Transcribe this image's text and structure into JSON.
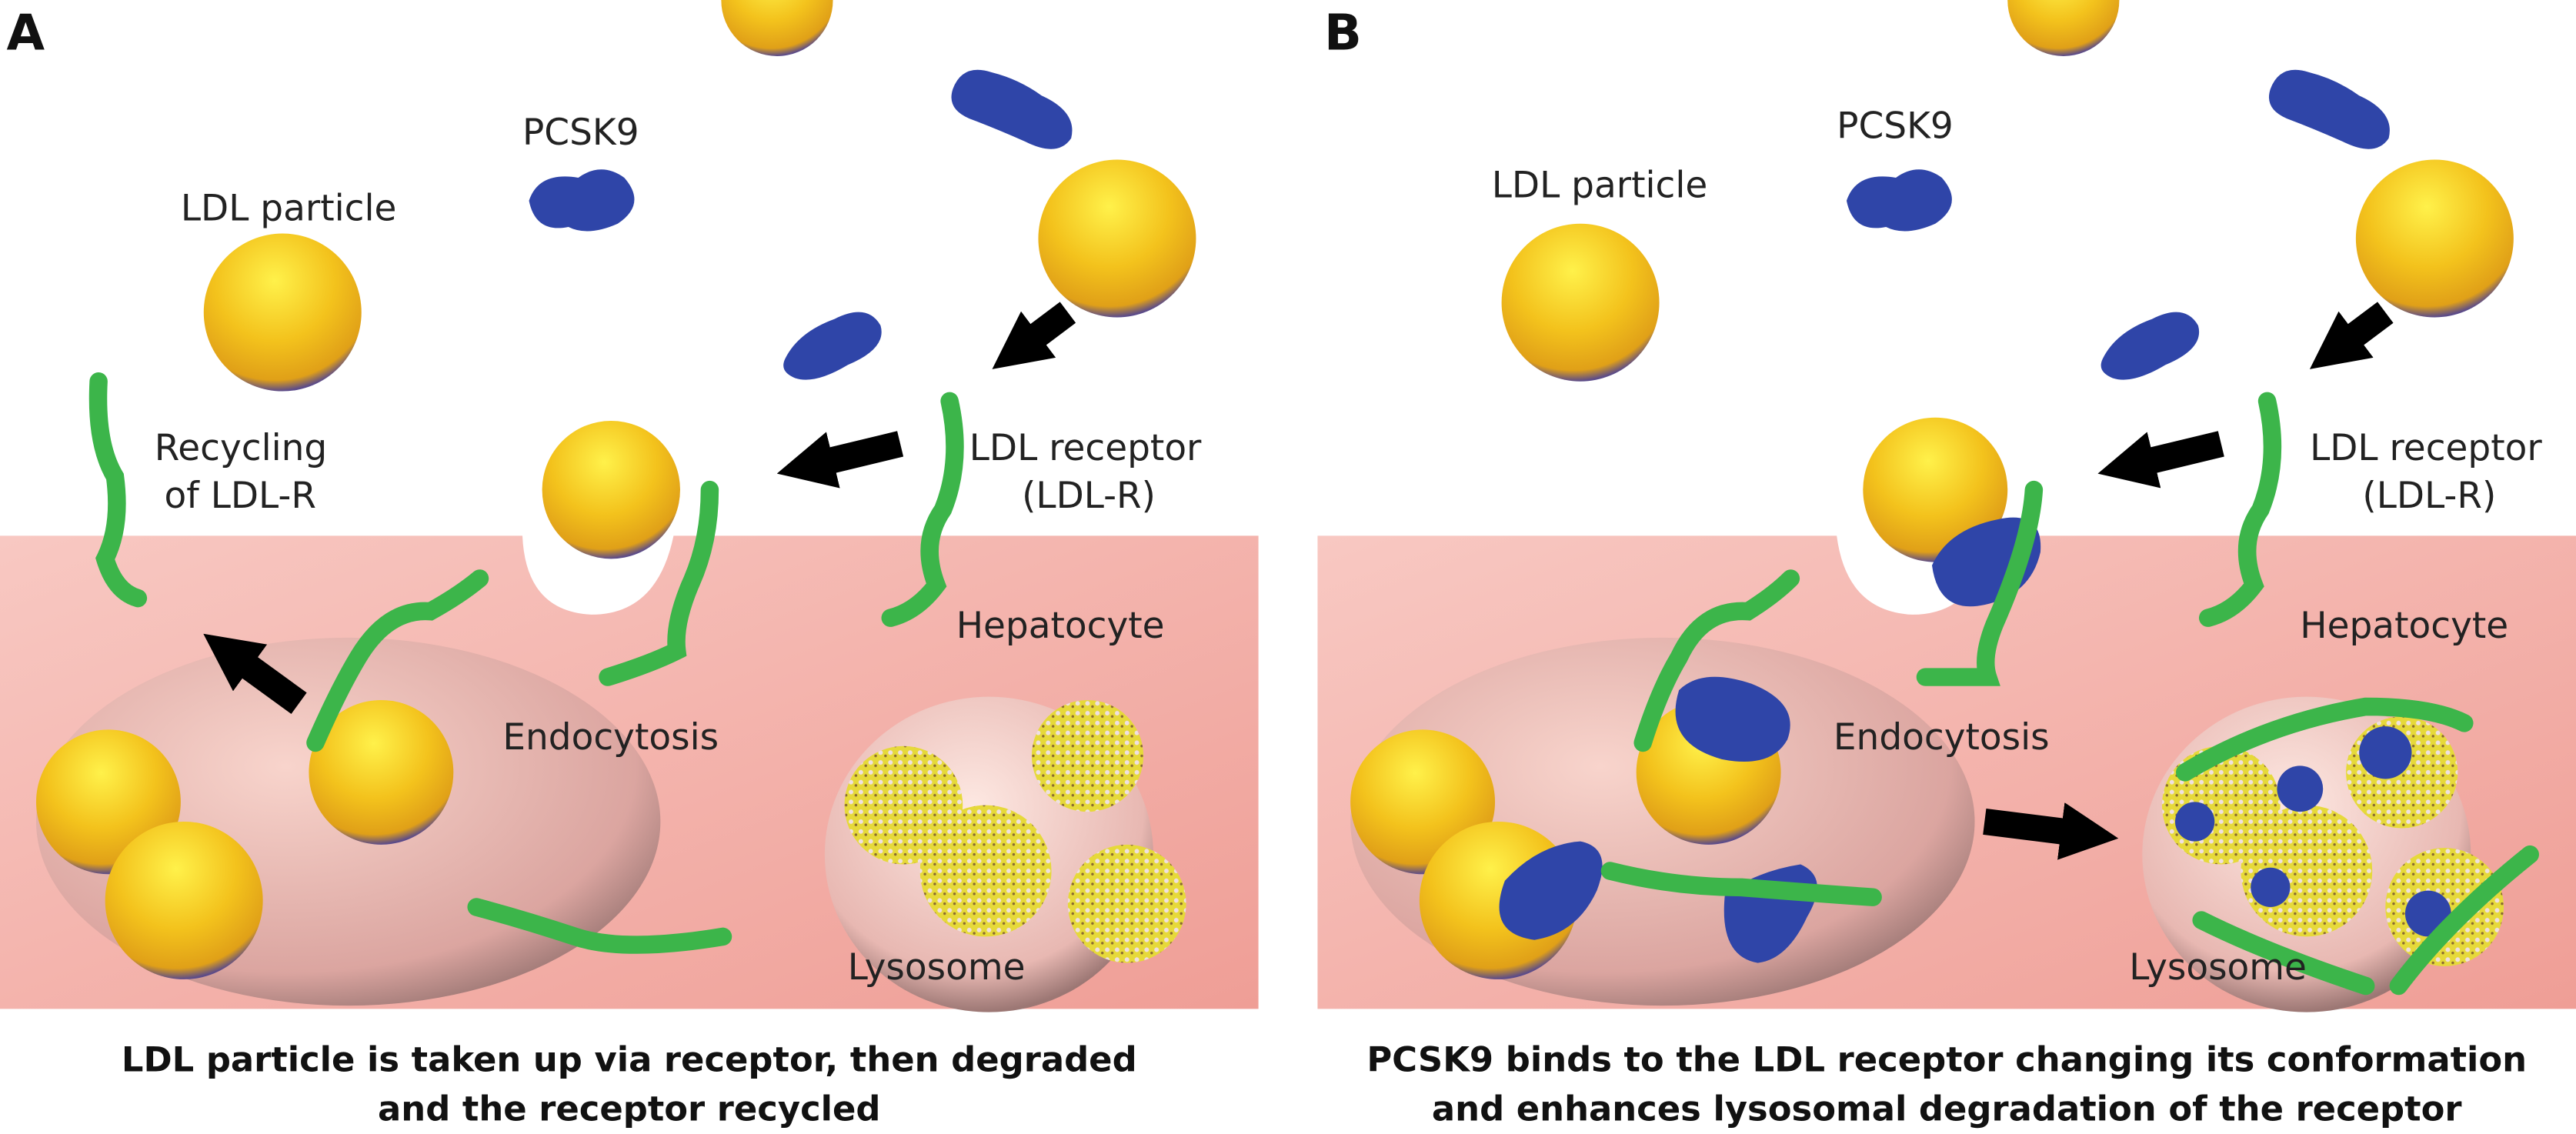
{
  "panels": [
    {
      "letter": "A",
      "labels": {
        "pcsk9": "PCSK9",
        "ldl_particle": "LDL particle",
        "recycling_1": "Recycling",
        "recycling_2": "of LDL-R",
        "ldl_receptor_1": "LDL receptor",
        "ldl_receptor_2": "(LDL-R)",
        "hepatocyte": "Hepatocyte",
        "endocytosis": "Endocytosis",
        "lysosome": "Lysosome"
      },
      "caption": [
        "LDL particle is taken up via receptor, then degraded",
        "and the receptor recycled"
      ]
    },
    {
      "letter": "B",
      "labels": {
        "pcsk9": "PCSK9",
        "ldl_particle": "LDL particle",
        "ldl_receptor_1": "LDL receptor",
        "ldl_receptor_2": "(LDL-R)",
        "hepatocyte": "Hepatocyte",
        "endocytosis": "Endocytosis",
        "lysosome": "Lysosome"
      },
      "caption": [
        "PCSK9 binds to the LDL receptor changing its conformation",
        "and enhances lysosomal degradation of the receptor"
      ]
    }
  ],
  "colors": {
    "ldl": "#f2c21a",
    "pcsk9": "#2f45a8",
    "receptor": "#3cb54a",
    "cell": "#f4b0a8",
    "arrow": "#000000"
  }
}
